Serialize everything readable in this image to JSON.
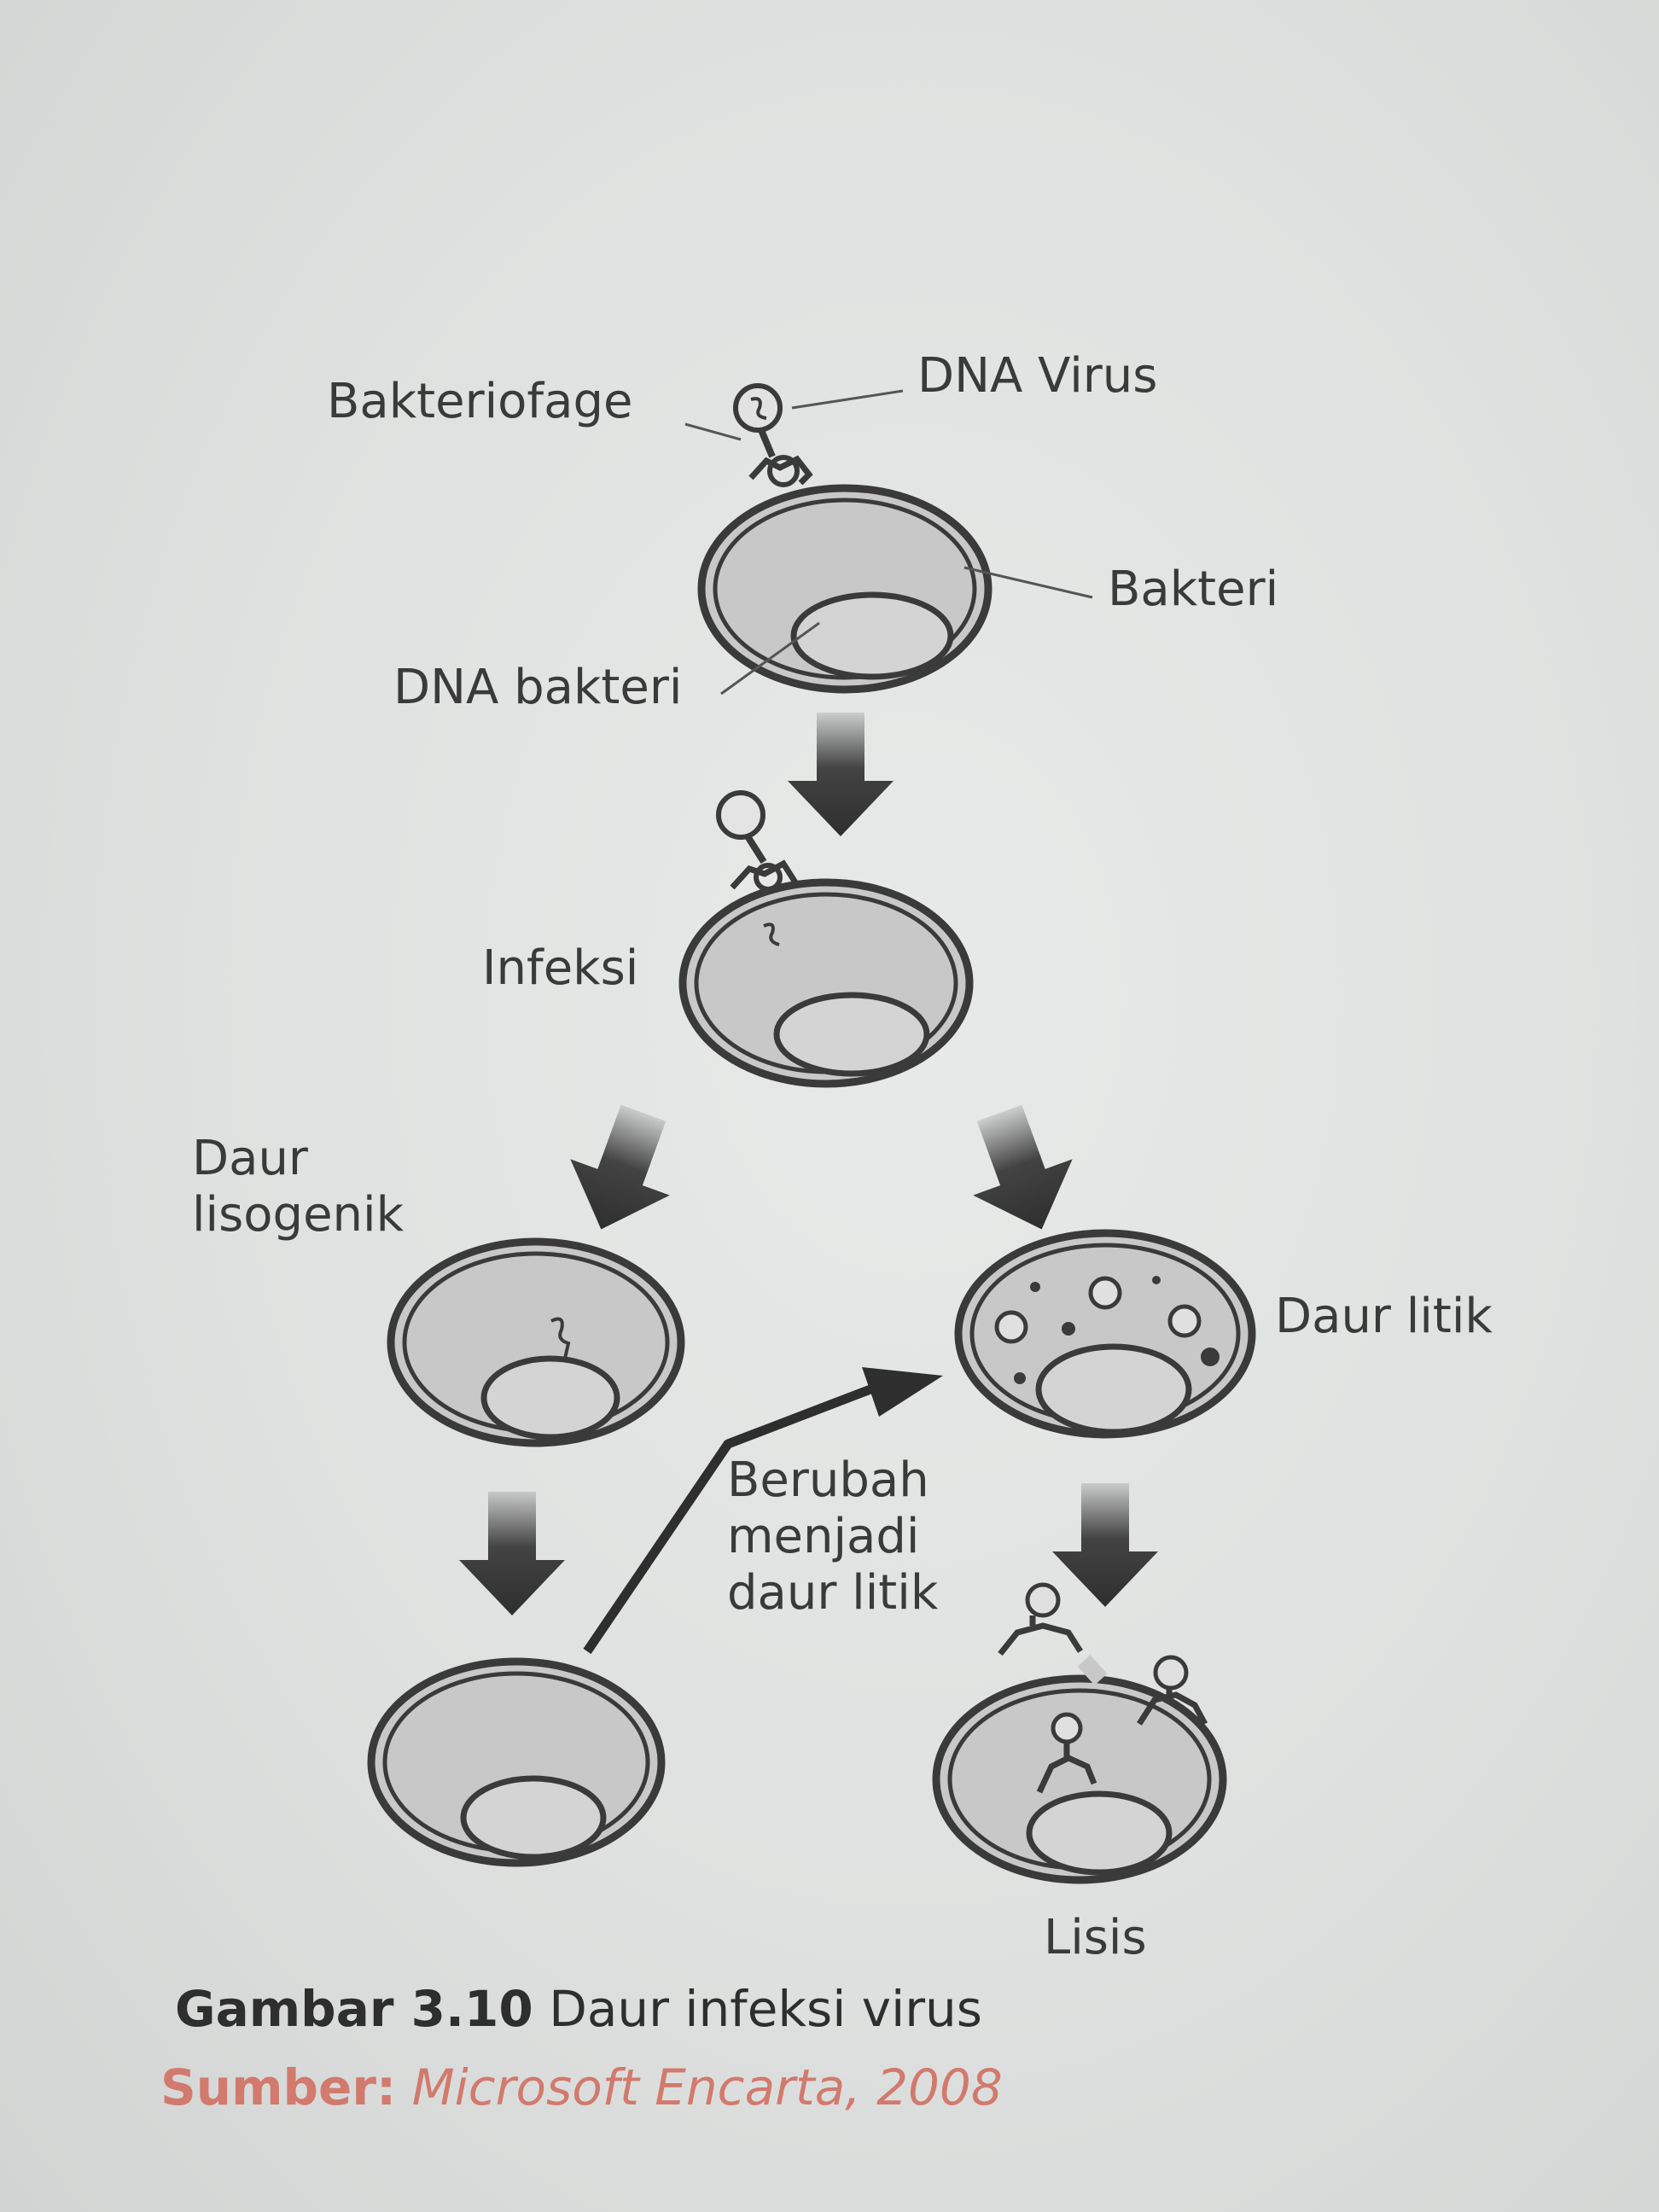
{
  "labels": {
    "bakteriofage": "Bakteriofage",
    "dna_virus": "DNA Virus",
    "bakteri": "Bakteri",
    "dna_bakteri": "DNA bakteri",
    "infeksi": "Infeksi",
    "daur_lisogenik": "Daur\nlisogenik",
    "daur_litik": "Daur litik",
    "berubah": "Berubah\nmenjadi\ndaur litik",
    "lisis": "Lisis"
  },
  "caption": {
    "label": "Gambar 3.10",
    "text": "Daur infeksi virus"
  },
  "source": {
    "label": "Sumber:",
    "text": "Microsoft Encarta, 2008"
  },
  "colors": {
    "cell_fill": "#c8c8c8",
    "ink": "#3a3a3a",
    "source_text": "#d27a6e"
  }
}
